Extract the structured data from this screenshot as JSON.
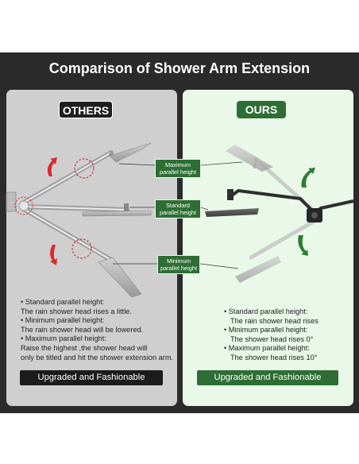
{
  "title": "Comparison of Shower Arm Extension",
  "left_panel": {
    "badge": "OTHERS",
    "descriptions": [
      "• Standard parallel height:",
      "The rain shower head rises a little.",
      "• Minimum parallel height:",
      "The rain shower head will be lowered.",
      "• Maximum parallel height:",
      "Raise the highest ,the shower head will",
      "only be titled and hit the shower extension arm."
    ],
    "button": "Upgraded and Fashionable"
  },
  "right_panel": {
    "badge": "OURS",
    "descriptions": [
      "• Standard parallel height:",
      "The rain shower head rises",
      "• Minimum parallel height:",
      "The shower head rises 0°",
      "• Maximum parallel height:",
      "The shower head rises 10°"
    ],
    "button": "Upgraded and Fashionable"
  },
  "labels": {
    "maximum": [
      "Maximum",
      "parallel height"
    ],
    "standard": [
      "Standard",
      "parallel height"
    ],
    "minimum": [
      "Minimum",
      "parallel height"
    ]
  },
  "colors": {
    "background_dark": "#2b2b2b",
    "left_panel": "#cfcfcf",
    "right_panel": "#e9f8e9",
    "accent_green": "#2e6e34",
    "arrow_red": "#d9292a",
    "arrow_green": "#2e7d32"
  }
}
